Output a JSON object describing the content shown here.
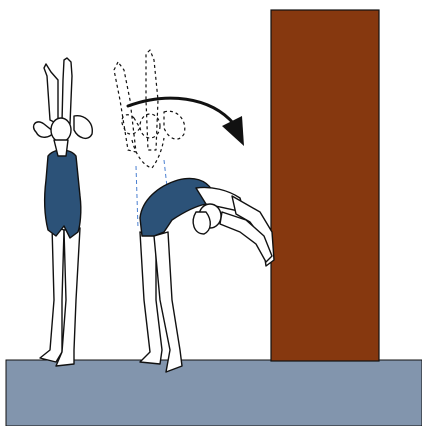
{
  "colors": {
    "background": "#ffffff",
    "floor": "#8295ad",
    "wall": "#86380f",
    "leotard": "#2c5278",
    "outline": "#111111",
    "skin": "#ffffff",
    "guide_line": "#4a7fd0",
    "arrow": "#111111"
  },
  "figures": [
    {
      "pose": "standing-arms-raised",
      "style": "solid"
    },
    {
      "pose": "starting-arms-raised",
      "style": "dashed"
    },
    {
      "pose": "back-bend-hands-on-wall",
      "style": "solid"
    }
  ],
  "elements": {
    "wall": "wall-block",
    "floor": "floor-mat",
    "arrow": "curved-motion-arrow"
  }
}
